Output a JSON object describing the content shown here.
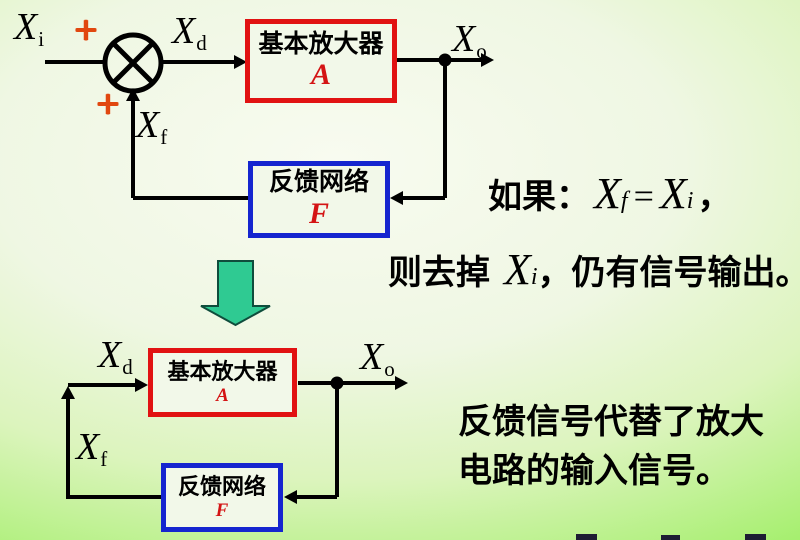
{
  "colors": {
    "box_border_red": "#e11212",
    "box_border_blue": "#1525cf",
    "symbol_red": "#d41414",
    "plus_red": "#e1470f",
    "wire_black": "#000000",
    "down_arrow_green": "#2fca92",
    "background_green": "#8fec51"
  },
  "top_diagram": {
    "amplifier_box": {
      "title": "基本放大器",
      "symbol": "A"
    },
    "feedback_box": {
      "title": "反馈网络",
      "symbol": "F"
    },
    "labels": {
      "input_base": "X",
      "input_sub": "i",
      "diff_base": "X",
      "diff_sub": "d",
      "output_base": "X",
      "output_sub": "o",
      "feedback_base": "X",
      "feedback_sub": "f",
      "plus_top": "+",
      "plus_bottom": "+"
    }
  },
  "bottom_diagram": {
    "amplifier_box": {
      "title": "基本放大器",
      "symbol": "A"
    },
    "feedback_box": {
      "title": "反馈网络",
      "symbol": "F"
    },
    "labels": {
      "diff_base": "X",
      "diff_sub": "d",
      "output_base": "X",
      "output_sub": "o",
      "feedback_base": "X",
      "feedback_sub": "f"
    }
  },
  "annotations": {
    "line1": {
      "prefix": "如果：",
      "x1_base": "X",
      "x1_sub": "f",
      "equals": "=",
      "x2_base": "X",
      "x2_sub": "i",
      "comma": "，"
    },
    "line2": {
      "prefix": "则去掉",
      "x_base": "X",
      "x_sub": "i",
      "suffix": "，仍有信号输出。"
    },
    "conclusion_line1": "反馈信号代替了放大",
    "conclusion_line2": "电路的输入信号。"
  }
}
